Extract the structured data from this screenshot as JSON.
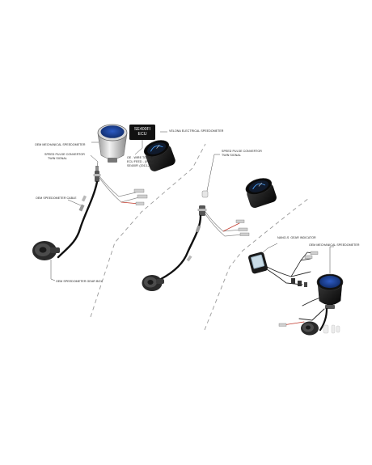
{
  "diagram": {
    "group_a": {
      "oem_mech_speedo": "OEM MECHANICAL SPEEDOMETER",
      "pulse_converter_line1": "SPEED PULSE CONVERTOR",
      "pulse_converter_line2": "TWIN SIGNAL",
      "ecu_line1": "SE400FI",
      "ecu_line2": "ECU",
      "ecu_note_line1": "OE . WIRE TO THE",
      "ecu_note_line2": "ECU FEED - (INPUT)",
      "ecu_note_line3": "SE400FI (2013-2018)",
      "velona_speedo": "VELONA ELECTRICAL SPEEDOMETER",
      "oem_cable": "OEM SPEEDOMETER CABLE",
      "oem_gear_box": "OEM SPEEDOMETER GEAR BOX"
    },
    "group_b": {
      "pulse_converter_line1": "SPEED PULSE CONVERTOR",
      "pulse_converter_line2": "TWIN SIGNAL"
    },
    "group_c": {
      "nano_gear": "NANO-S  GEAR INDICATOR",
      "oem_mech_speedo": "OEM MECHANICAL SPEEDOMETER"
    },
    "colors": {
      "gauge_face": "#1b3f8f",
      "gauge_body": "#111111",
      "wire": "#222222",
      "signal_wire": "#c0392b",
      "leader": "#333333",
      "divider": "#9a9a9a",
      "fitting": "#b8b8b8"
    }
  }
}
